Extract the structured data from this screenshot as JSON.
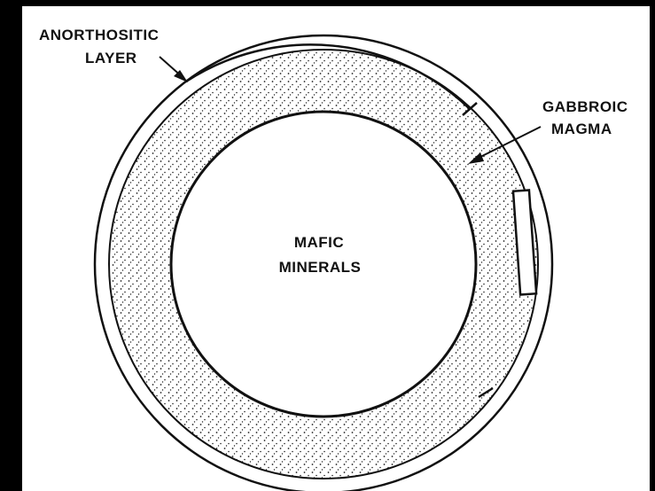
{
  "labels": {
    "anorthositic_line1": "ANORTHOSITIC",
    "anorthositic_line2": "LAYER",
    "gabbroic_line1": "GABBROIC",
    "gabbroic_line2": "MAGMA",
    "mafic_line1": "MAFIC",
    "mafic_line2": "MINERALS"
  },
  "colors": {
    "background": "#000000",
    "panel": "#ffffff",
    "ink": "#111111"
  }
}
